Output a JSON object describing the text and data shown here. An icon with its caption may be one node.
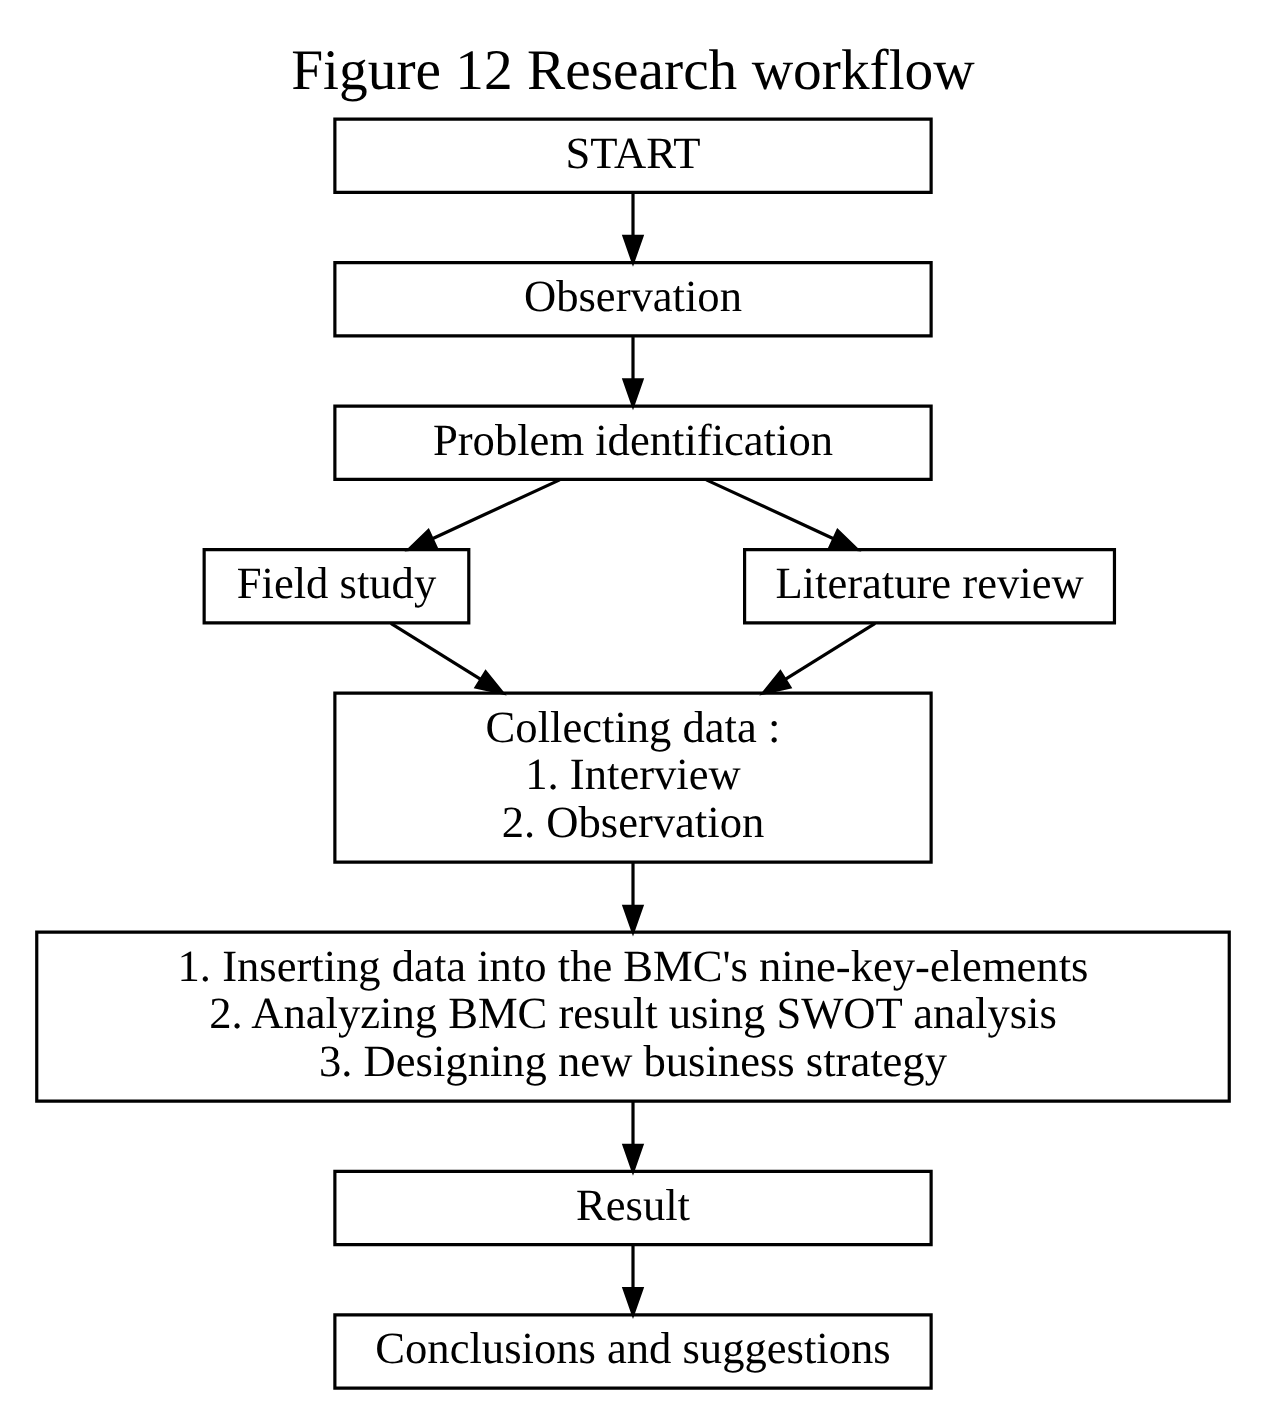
{
  "diagram": {
    "title": "Figure 12 Research workflow",
    "nodes": [
      {
        "text": [
          "START"
        ]
      },
      {
        "text": [
          "Observation"
        ]
      },
      {
        "text": [
          "Problem identification"
        ]
      },
      {
        "text": [
          "Field study"
        ]
      },
      {
        "text": [
          "Literature review"
        ]
      },
      {
        "text": [
          "Collecting data :",
          "1. Interview",
          "2. Observation"
        ]
      },
      {
        "text": [
          "1. Inserting data into the BMC's nine-key-elements",
          "2. Analyzing BMC result using SWOT analysis",
          "3. Designing new business strategy"
        ]
      },
      {
        "text": [
          "Result"
        ]
      },
      {
        "text": [
          "Conclusions and suggestions"
        ]
      }
    ],
    "edges": [
      {
        "from": 0,
        "to": 1,
        "arrow": "to"
      },
      {
        "from": 1,
        "to": 2,
        "arrow": "to"
      },
      {
        "from": 2,
        "to": 3,
        "arrow": "to"
      },
      {
        "from": 2,
        "to": 4,
        "arrow": "to"
      },
      {
        "from": 3,
        "to": 5,
        "arrow": "to"
      },
      {
        "from": 4,
        "to": 5,
        "arrow": "to"
      },
      {
        "from": 5,
        "to": 6,
        "arrow": "to"
      },
      {
        "from": 6,
        "to": 7,
        "arrow": "to"
      },
      {
        "from": 7,
        "to": 8,
        "arrow": "to"
      }
    ]
  }
}
